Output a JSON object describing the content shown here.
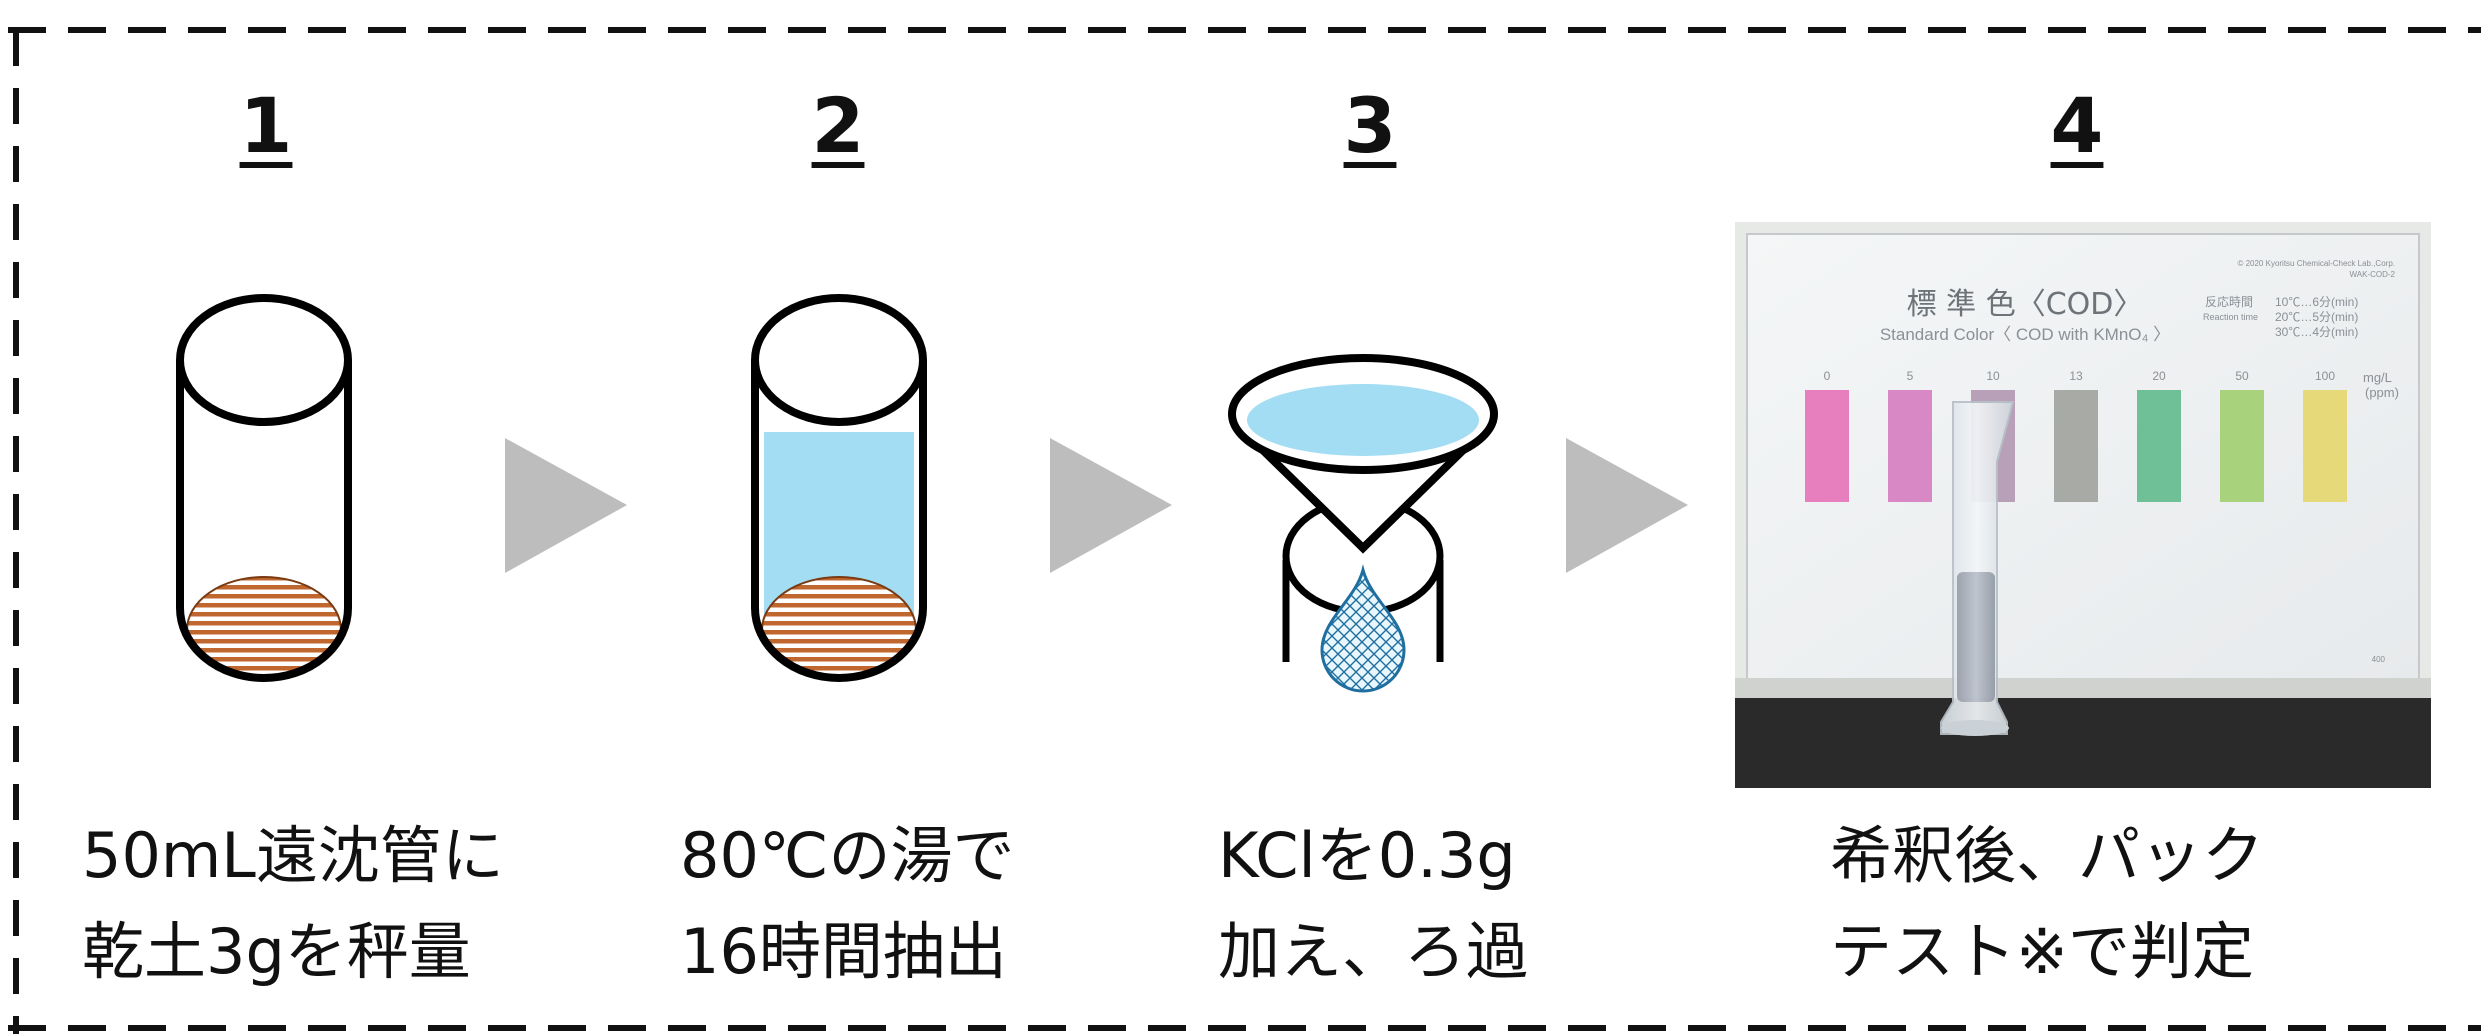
{
  "steps": [
    {
      "number": "1",
      "caption_line1": "50mL遠沈管に",
      "caption_line2": "乾土3gを秤量"
    },
    {
      "number": "2",
      "caption_line1": "80℃の湯で",
      "caption_line2": "16時間抽出"
    },
    {
      "number": "3",
      "caption_line1": "KClを0.3g",
      "caption_line2": "加え、ろ過"
    },
    {
      "number": "4",
      "caption_line1": "希釈後、パック",
      "caption_line2": "テスト※で判定"
    }
  ],
  "chart_card": {
    "copyright": "© 2020 Kyoritsu Chemical-Check Lab.,Corp.",
    "code": "WAK-COD-2",
    "title": "標 準 色〈COD〉",
    "subtitle": "Standard Color〈 COD with KMnO₄ 〉",
    "reaction_label_jp": "反応時間",
    "reaction_label_en": "Reaction time",
    "reaction_line1": "10℃…6分(min)",
    "reaction_line2": "20℃…5分(min)",
    "reaction_line3": "30℃…4分(min)",
    "unit_line1": "mg/L",
    "unit_line2": "(ppm)",
    "card_number": "400",
    "swatches": [
      {
        "label": "0",
        "color": "#e77fbf"
      },
      {
        "label": "5",
        "color": "#d888c4"
      },
      {
        "label": "10",
        "color": "#b7a0b8"
      },
      {
        "label": "13",
        "color": "#a8aaa6"
      },
      {
        "label": "20",
        "color": "#6fbf97"
      },
      {
        "label": "50",
        "color": "#a9d27c"
      },
      {
        "label": "100",
        "color": "#e6d97a"
      }
    ]
  },
  "colors": {
    "arrow": "#bdbdbd",
    "water": "#a3ddf3",
    "soil": "#c0662f",
    "dashed_border": "#111111"
  }
}
